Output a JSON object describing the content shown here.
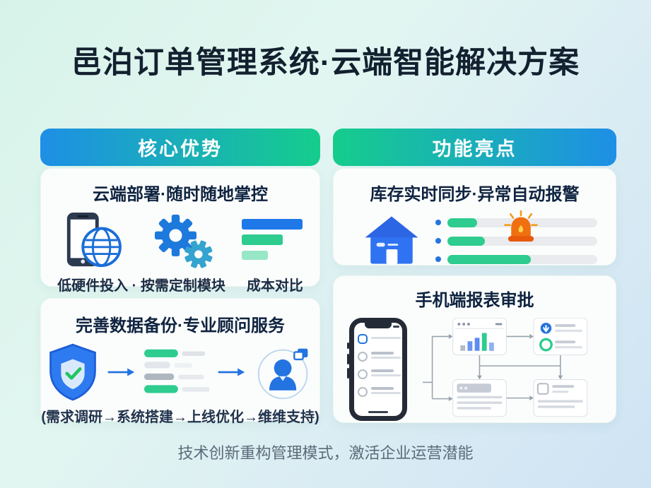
{
  "title": "邑泊订单管理系统·云端智能解决方案",
  "left_column": {
    "header": "核心优势",
    "card1": {
      "title": "云端部署·随时随地掌控",
      "caption_left": "低硬件投入 · 按需定制模块",
      "caption_right": "成本对比"
    },
    "card2": {
      "title": "完善数据备份·专业顾问服务",
      "caption": "(需求调研→系统搭建→上线优化→维维支持)"
    }
  },
  "right_column": {
    "header": "功能亮点",
    "card1": {
      "title": "库存实时同步·异常自动报警"
    },
    "card2": {
      "title": "手机端报表审批"
    }
  },
  "footer": {
    "tagline": "技术创新重构管理模式，激活企业运营潜能"
  },
  "colors": {
    "header_gradient_blue": "#1e8fe6",
    "header_gradient_green": "#15cd8c",
    "accent_blue": "#2374e1",
    "accent_green": "#2ecc8f",
    "accent_light_green": "#97e7c7",
    "alarm_orange": "#f07011",
    "house_blue": "#2f73f2",
    "title_text": "#13202f",
    "card_title_text": "#0f2340",
    "footer_text": "#5c6b79"
  },
  "icons": {
    "left_card1": [
      "phone-globe-icon",
      "gears-icon",
      "cost-bars-icon"
    ],
    "left_card2": [
      "shield-check-icon",
      "flow-arrow-icon",
      "backup-list-icon",
      "consultant-icon"
    ],
    "right_card1": [
      "warehouse-icon",
      "sync-progress-bars",
      "alarm-icon"
    ],
    "right_card2": [
      "smartphone-mockup",
      "report-flow-diagram"
    ]
  }
}
